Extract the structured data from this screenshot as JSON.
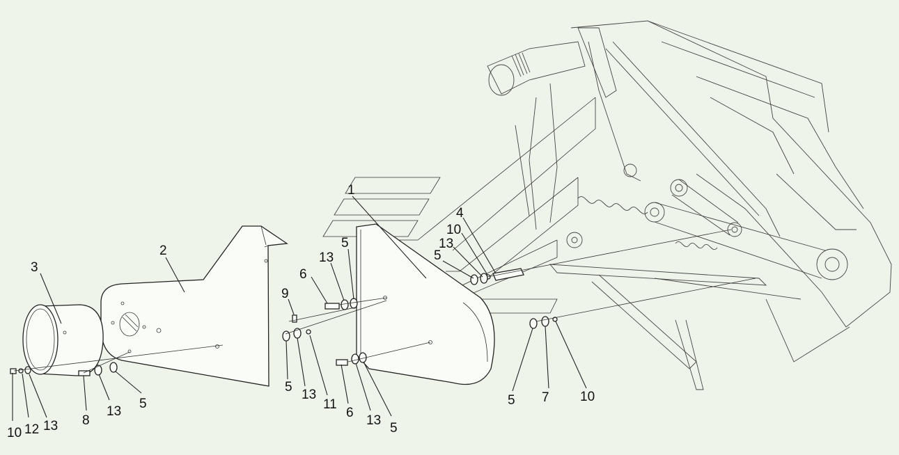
{
  "callouts": [
    {
      "id": "c1",
      "text": "1"
    },
    {
      "id": "c2",
      "text": "2"
    },
    {
      "id": "c3",
      "text": "3"
    },
    {
      "id": "c4",
      "text": "4"
    },
    {
      "id": "c5a",
      "text": "5"
    },
    {
      "id": "c5b",
      "text": "5"
    },
    {
      "id": "c5c",
      "text": "5"
    },
    {
      "id": "c5d",
      "text": "5"
    },
    {
      "id": "c5e",
      "text": "5"
    },
    {
      "id": "c5f",
      "text": "5"
    },
    {
      "id": "c6a",
      "text": "6"
    },
    {
      "id": "c6b",
      "text": "6"
    },
    {
      "id": "c7",
      "text": "7"
    },
    {
      "id": "c8",
      "text": "8"
    },
    {
      "id": "c9",
      "text": "9"
    },
    {
      "id": "c10a",
      "text": "10"
    },
    {
      "id": "c10b",
      "text": "10"
    },
    {
      "id": "c10c",
      "text": "10"
    },
    {
      "id": "c11",
      "text": "11"
    },
    {
      "id": "c12",
      "text": "12"
    },
    {
      "id": "c13a",
      "text": "13"
    },
    {
      "id": "c13b",
      "text": "13"
    },
    {
      "id": "c13c",
      "text": "13"
    },
    {
      "id": "c13d",
      "text": "13"
    },
    {
      "id": "c13e",
      "text": "13"
    },
    {
      "id": "c13f",
      "text": "13"
    }
  ],
  "colors": {
    "background": "#eef4ea",
    "line": "#222222"
  }
}
